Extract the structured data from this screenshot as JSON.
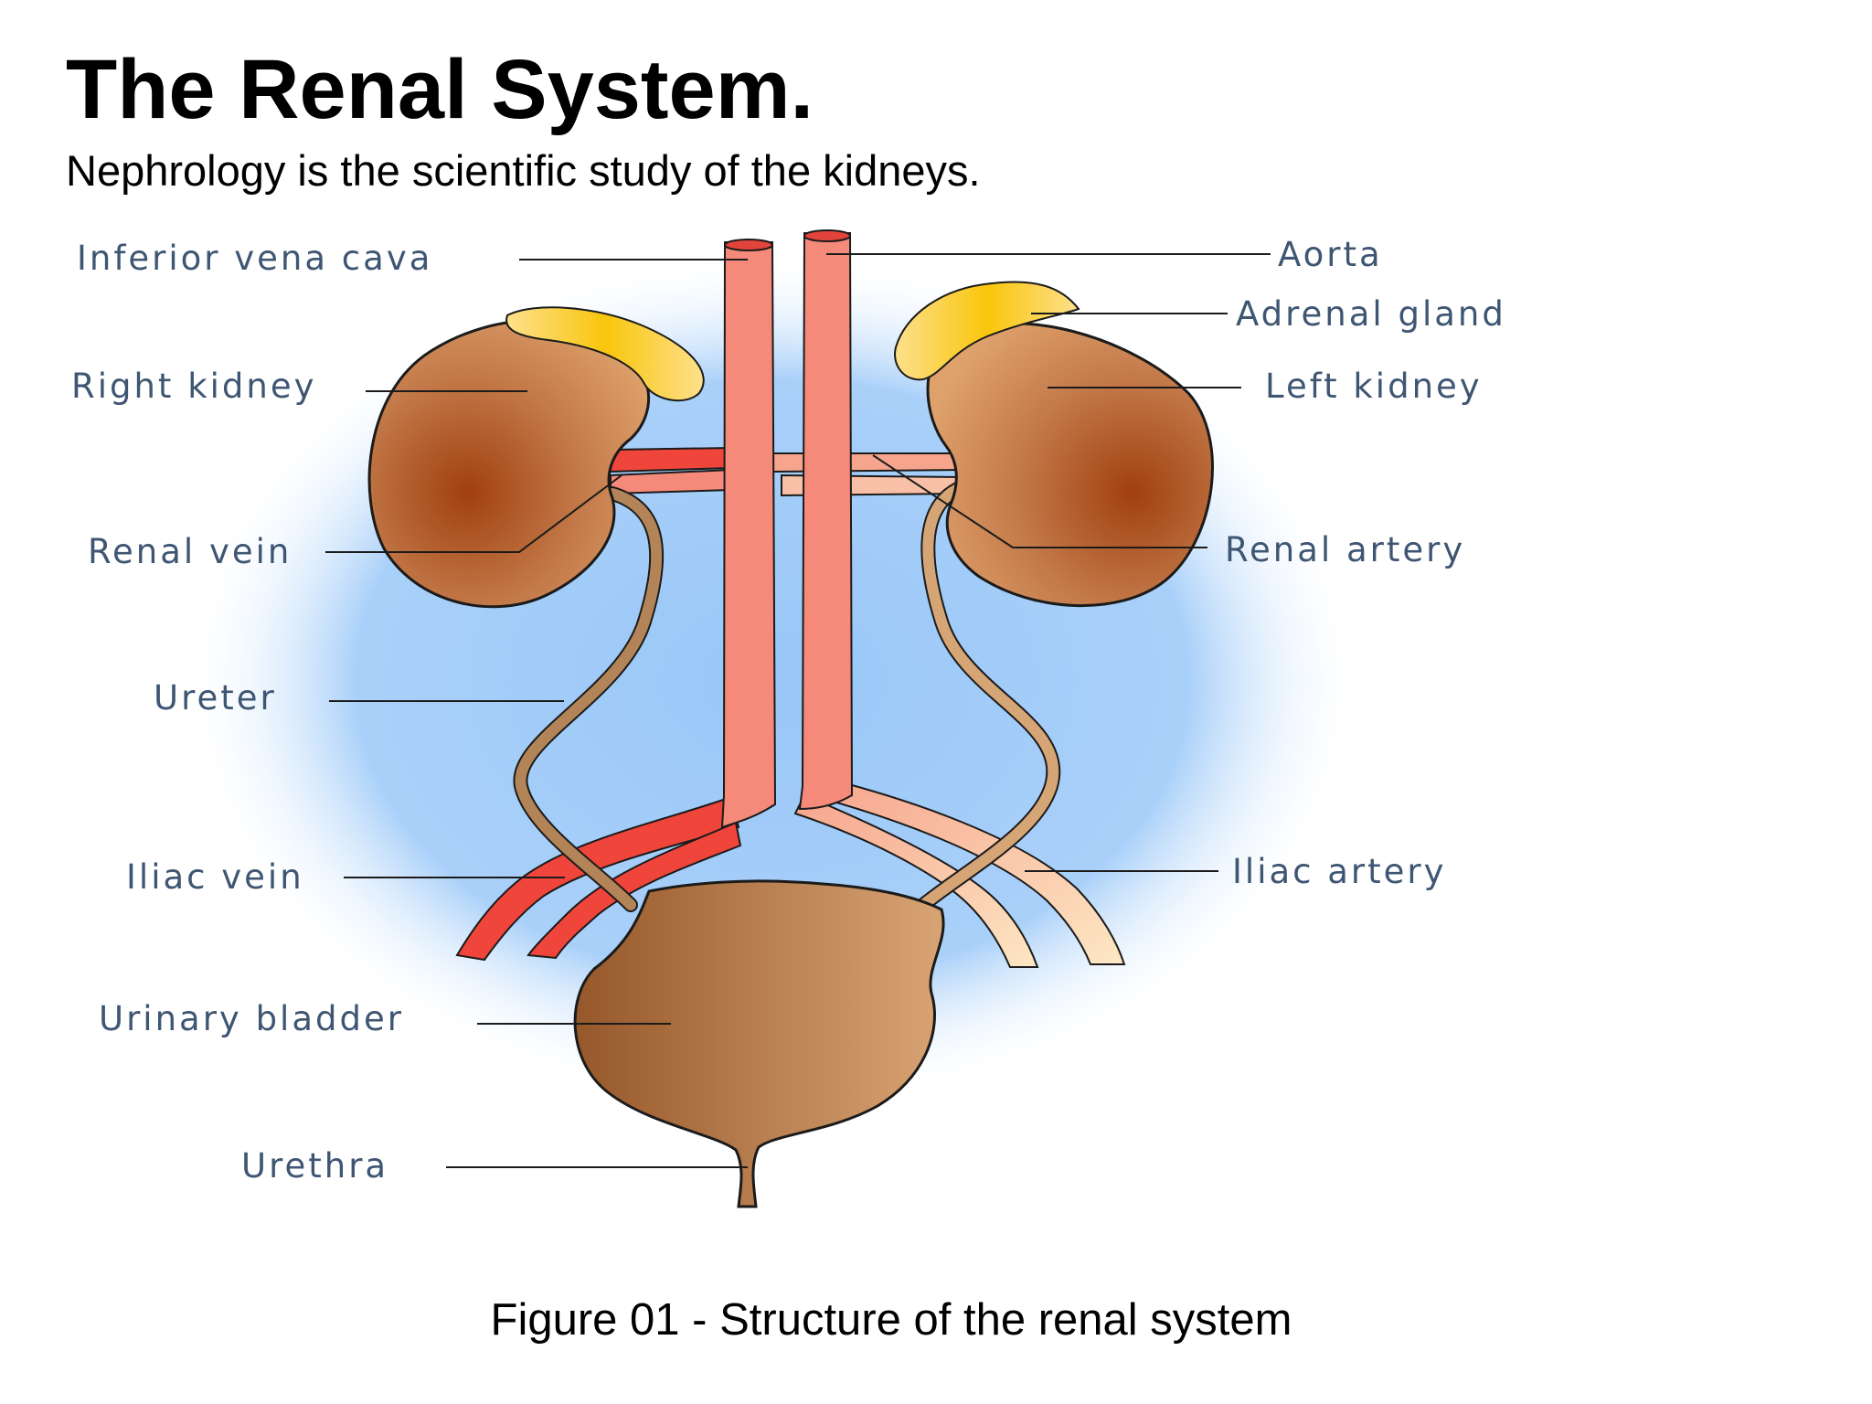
{
  "title": "The Renal System.",
  "subtitle": "Nephrology is the scientific study of the kidneys.",
  "caption": "Figure 01 - Structure of the renal system",
  "labels": {
    "inferior_vena_cava": "Inferior vena cava",
    "aorta": "Aorta",
    "adrenal_gland": "Adrenal gland",
    "right_kidney": "Right kidney",
    "left_kidney": "Left kidney",
    "renal_vein": "Renal vein",
    "renal_artery": "Renal artery",
    "ureter": "Ureter",
    "iliac_vein": "Iliac vein",
    "iliac_artery": "Iliac artery",
    "urinary_bladder": "Urinary bladder",
    "urethra": "Urethra"
  },
  "colors": {
    "background_glow": "#99c7f8",
    "kidney": "#a0501f",
    "adrenal": "#f8c21a",
    "vein": "#f0453b",
    "artery": "#f4a08e",
    "ureter": "#b38457",
    "bladder": "#a56a3b",
    "label_text": "#3f5673"
  }
}
